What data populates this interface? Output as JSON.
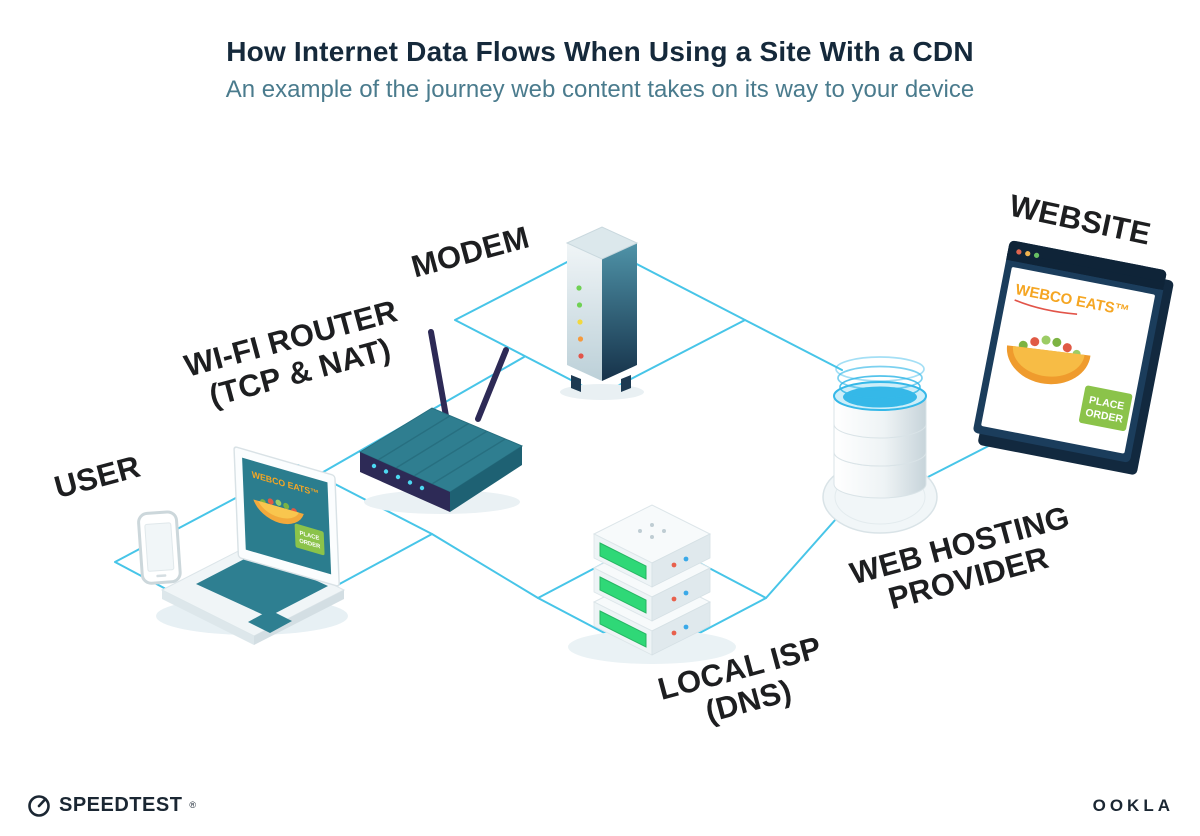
{
  "title": "How Internet Data Flows When Using a Site With a CDN",
  "subtitle": "An example of the journey web content takes on its way to your device",
  "labels": {
    "user": "USER",
    "router_line1": "WI-FI ROUTER",
    "router_line2": "(TCP & NAT)",
    "modem": "MODEM",
    "isp_line1": "LOCAL ISP",
    "isp_line2": "(DNS)",
    "hosting_line1": "WEB HOSTING",
    "hosting_line2": "PROVIDER",
    "website": "WEBSITE"
  },
  "laptop_screen": {
    "brand": "WEBCO EATS™",
    "button_line1": "PLACE",
    "button_line2": "ORDER"
  },
  "website_browser": {
    "brand": "WEBCO EATS™",
    "button_line1": "PLACE",
    "button_line2": "ORDER"
  },
  "footer": {
    "speedtest_brand": "SPEEDTEST",
    "trademark": "®",
    "ookla_brand": "OOKLA"
  },
  "colors": {
    "connector_line": "#47c5e8",
    "deep_navy": "#1b3d5c",
    "teal": "#2b7d8e",
    "brand_orange": "#f5a623",
    "button_green": "#8bc34a",
    "led_green": "#2fd877",
    "water_blue": "#35b8e8"
  }
}
